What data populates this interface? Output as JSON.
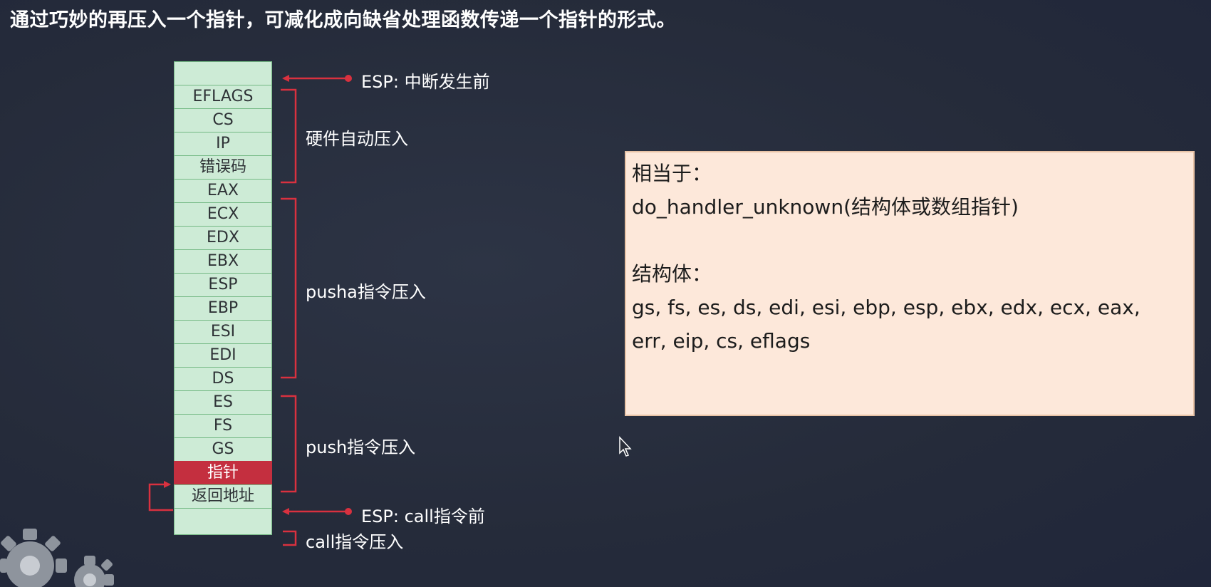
{
  "title": "通过巧妙的再压入一个指针，可减化成向缺省处理函数传递一个指针的形式。",
  "stack": {
    "cells": [
      "",
      "EFLAGS",
      "CS",
      "IP",
      "错误码",
      "EAX",
      "ECX",
      "EDX",
      "EBX",
      "ESP",
      "EBP",
      "ESI",
      "EDI",
      "DS",
      "ES",
      "FS",
      "GS",
      "指针",
      "返回地址",
      ""
    ]
  },
  "labels": {
    "esp_before_interrupt": "ESP: 中断发生前",
    "hardware_push": "硬件自动压入",
    "pusha_push": "pusha指令压入",
    "push_push": "push指令压入",
    "esp_before_call": "ESP: call指令前",
    "call_push": "call指令压入"
  },
  "note": {
    "line1": "相当于：",
    "line2": "do_handler_unknown(结构体或数组指针)",
    "line3": "结构体：",
    "line4": "gs, fs, es, ds, edi, esi, ebp, esp, ebx, edx, ecx, eax,",
    "line5": "err, eip, cs, eflags"
  },
  "colors": {
    "background": "#252b3a",
    "cell_fill": "#cdebd6",
    "cell_border": "#74b984",
    "highlight": "#c42f3f",
    "arrow_red": "#d9313f",
    "note_fill": "#fde8da"
  }
}
